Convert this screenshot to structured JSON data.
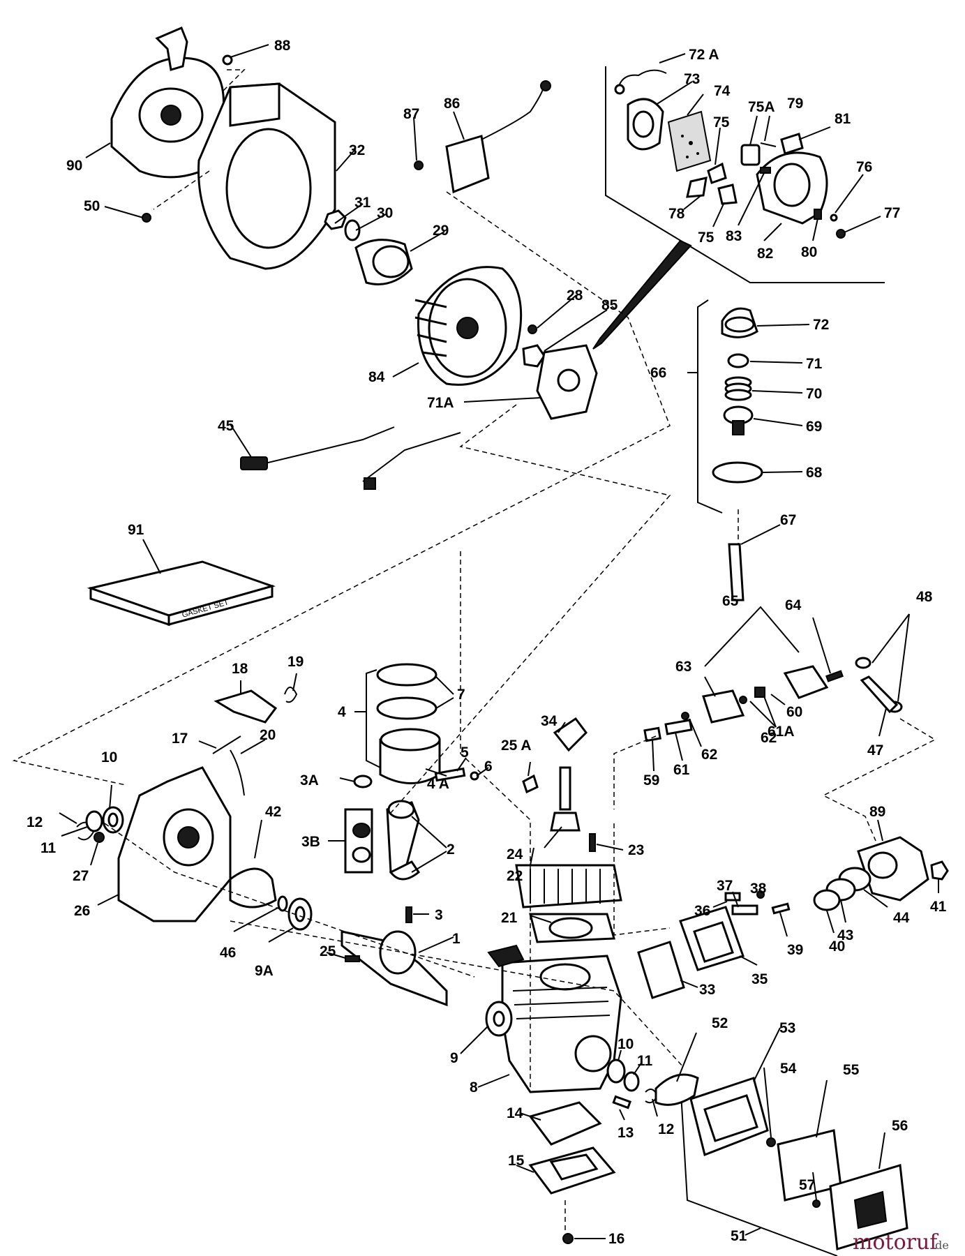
{
  "labels": [
    {
      "id": "88",
      "text": "88"
    },
    {
      "id": "90",
      "text": "90"
    },
    {
      "id": "50",
      "text": "50"
    },
    {
      "id": "32",
      "text": "32"
    },
    {
      "id": "31",
      "text": "31"
    },
    {
      "id": "30",
      "text": "30"
    },
    {
      "id": "29",
      "text": "29"
    },
    {
      "id": "87",
      "text": "87"
    },
    {
      "id": "86",
      "text": "86"
    },
    {
      "id": "28",
      "text": "28"
    },
    {
      "id": "85",
      "text": "85"
    },
    {
      "id": "84",
      "text": "84"
    },
    {
      "id": "71A",
      "text": "71A"
    },
    {
      "id": "45",
      "text": "45"
    },
    {
      "id": "72A",
      "text": "72 A"
    },
    {
      "id": "73",
      "text": "73"
    },
    {
      "id": "74",
      "text": "74"
    },
    {
      "id": "75a",
      "text": "75"
    },
    {
      "id": "75A",
      "text": "75A"
    },
    {
      "id": "79",
      "text": "79"
    },
    {
      "id": "81",
      "text": "81"
    },
    {
      "id": "76",
      "text": "76"
    },
    {
      "id": "77",
      "text": "77"
    },
    {
      "id": "78",
      "text": "78"
    },
    {
      "id": "75b",
      "text": "75"
    },
    {
      "id": "83",
      "text": "83"
    },
    {
      "id": "82",
      "text": "82"
    },
    {
      "id": "80",
      "text": "80"
    },
    {
      "id": "72",
      "text": "72"
    },
    {
      "id": "71",
      "text": "71"
    },
    {
      "id": "70",
      "text": "70"
    },
    {
      "id": "69",
      "text": "69"
    },
    {
      "id": "66",
      "text": "66"
    },
    {
      "id": "68",
      "text": "68"
    },
    {
      "id": "67",
      "text": "67"
    },
    {
      "id": "91",
      "text": "91"
    },
    {
      "id": "65",
      "text": "65"
    },
    {
      "id": "64",
      "text": "64"
    },
    {
      "id": "48",
      "text": "48"
    },
    {
      "id": "63",
      "text": "63"
    },
    {
      "id": "60",
      "text": "60"
    },
    {
      "id": "61A",
      "text": "61A"
    },
    {
      "id": "62a",
      "text": "62"
    },
    {
      "id": "62b",
      "text": "62"
    },
    {
      "id": "47",
      "text": "47"
    },
    {
      "id": "59",
      "text": "59"
    },
    {
      "id": "61",
      "text": "61"
    },
    {
      "id": "18",
      "text": "18"
    },
    {
      "id": "19",
      "text": "19"
    },
    {
      "id": "7",
      "text": "7"
    },
    {
      "id": "4",
      "text": "4"
    },
    {
      "id": "17",
      "text": "17"
    },
    {
      "id": "20",
      "text": "20"
    },
    {
      "id": "34",
      "text": "34"
    },
    {
      "id": "25A",
      "text": "25 A"
    },
    {
      "id": "5",
      "text": "5"
    },
    {
      "id": "6",
      "text": "6"
    },
    {
      "id": "10a",
      "text": "10"
    },
    {
      "id": "3A",
      "text": "3A"
    },
    {
      "id": "4A",
      "text": "4 A"
    },
    {
      "id": "12a",
      "text": "12"
    },
    {
      "id": "11a",
      "text": "11"
    },
    {
      "id": "42",
      "text": "42"
    },
    {
      "id": "3B",
      "text": "3B"
    },
    {
      "id": "2",
      "text": "2"
    },
    {
      "id": "24",
      "text": "24"
    },
    {
      "id": "23",
      "text": "23"
    },
    {
      "id": "22",
      "text": "22"
    },
    {
      "id": "89",
      "text": "89"
    },
    {
      "id": "27",
      "text": "27"
    },
    {
      "id": "26",
      "text": "26"
    },
    {
      "id": "3",
      "text": "3"
    },
    {
      "id": "37",
      "text": "37"
    },
    {
      "id": "38",
      "text": "38"
    },
    {
      "id": "36",
      "text": "36"
    },
    {
      "id": "41",
      "text": "41"
    },
    {
      "id": "44",
      "text": "44"
    },
    {
      "id": "43",
      "text": "43"
    },
    {
      "id": "40",
      "text": "40"
    },
    {
      "id": "39",
      "text": "39"
    },
    {
      "id": "21",
      "text": "21"
    },
    {
      "id": "46",
      "text": "46"
    },
    {
      "id": "9A",
      "text": "9A"
    },
    {
      "id": "25",
      "text": "25"
    },
    {
      "id": "1",
      "text": "1"
    },
    {
      "id": "35",
      "text": "35"
    },
    {
      "id": "33",
      "text": "33"
    },
    {
      "id": "52",
      "text": "52"
    },
    {
      "id": "53",
      "text": "53"
    },
    {
      "id": "9",
      "text": "9"
    },
    {
      "id": "10b",
      "text": "10"
    },
    {
      "id": "11b",
      "text": "11"
    },
    {
      "id": "54",
      "text": "54"
    },
    {
      "id": "55",
      "text": "55"
    },
    {
      "id": "8",
      "text": "8"
    },
    {
      "id": "12b",
      "text": "12"
    },
    {
      "id": "14",
      "text": "14"
    },
    {
      "id": "13",
      "text": "13"
    },
    {
      "id": "56",
      "text": "56"
    },
    {
      "id": "57",
      "text": "57"
    },
    {
      "id": "15",
      "text": "15"
    },
    {
      "id": "51",
      "text": "51"
    },
    {
      "id": "16",
      "text": "16"
    }
  ],
  "box_text": {
    "gasket_set": "GASKET SET"
  },
  "watermark": {
    "main": "motoruf",
    "suffix": ".de",
    "color_main": "#7a1a3a",
    "color_suffix": "#555555"
  }
}
